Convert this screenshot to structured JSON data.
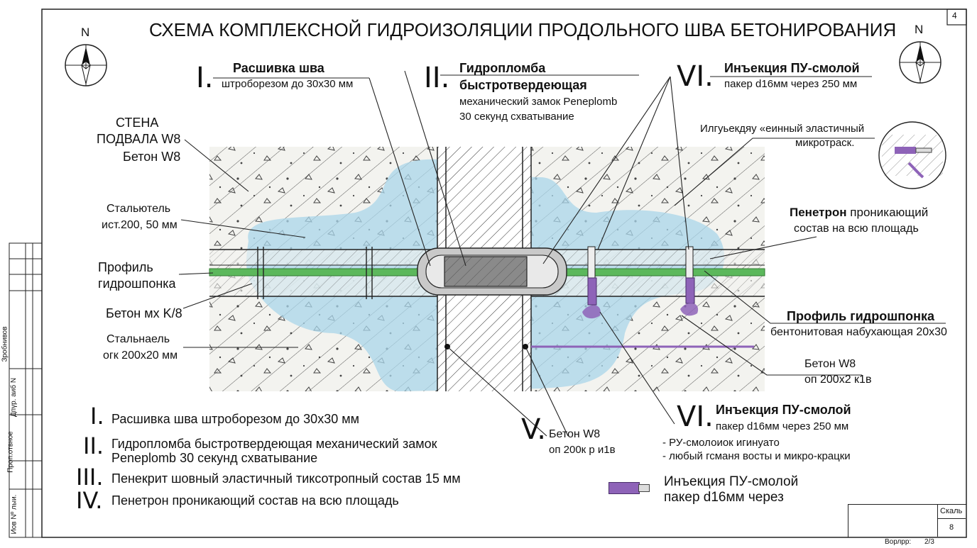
{
  "title": "СХЕМА КОМПЛЕКСНОЙ ГИДРОИЗОЛЯЦИИ ПРОДОЛЬНОГО ШВА БЕТОНИРОВАНИЯ",
  "sheet_number": "4",
  "north_label": "N",
  "callouts": {
    "c1": {
      "roman": "I.",
      "title": "Расшивка шва",
      "sub": "штроборезом до 30х30 мм"
    },
    "c2": {
      "roman": "II.",
      "title1": "Гидропломба",
      "title2": "быстротвердеющая",
      "sub1": "механический замок Peneplomb",
      "sub2": "30 секунд схватывание"
    },
    "c6": {
      "roman": "VI.",
      "title": "Инъекция ПУ-смолой",
      "sub": "пакер d16мм через 250 мм"
    },
    "micro": {
      "line1": "Илгуьекдяу «еинный эластичный",
      "line2": "микротраск."
    },
    "penetron": {
      "title": "Пенетрон",
      "rest": "проникающий",
      "line2": "состав на всю площадь"
    },
    "profile_right": {
      "title": "Профиль гидрошпонка",
      "sub": "бентонитовая набухающая 20х30"
    },
    "beton_right": {
      "line1": "Бетон W8",
      "line2": "оп 200х2 к1в"
    },
    "c6b": {
      "roman": "VI.",
      "title": "Инъекция ПУ-смолой",
      "sub": "пакер d16мм через 250 мм",
      "b1": "- РУ-смолоиок игинуато",
      "b2": "- любый гсманя восты и микро-крацки"
    },
    "c5": {
      "roman": "V.",
      "line1": "Бетон W8",
      "line2": "оп 200к р и1в"
    }
  },
  "left_labels": {
    "wall": {
      "l1": "СТЕНА",
      "l2": "ПОДВАЛА W8",
      "l3": "Бетон W8"
    },
    "steel1": {
      "l1": "Стальютель",
      "l2": "ист.200, 50 мм"
    },
    "profile": {
      "l1": "Профиль",
      "l2": "гидрошпонка"
    },
    "beton_mx": "Бетон мх K/8",
    "steel2": {
      "l1": "Стальнаель",
      "l2": "огк 200х20 мм"
    }
  },
  "legend": [
    {
      "roman": "I.",
      "text": "Расшивка шва штроборезом до 30х30 мм"
    },
    {
      "roman": "II.",
      "text": "Гидропломба быстротвердеющая механический замок",
      "text2": "Peneplomb 30 секунд схватывание"
    },
    {
      "roman": "III.",
      "text": "Пенекрит шовный эластичный тиксотропный состав 15 мм"
    },
    {
      "roman": "IV.",
      "text": "Пенетрон проникающий состав на всю площадь"
    }
  ],
  "injection_legend": {
    "l1": "Инъекция ПУ-смолой",
    "l2": "пакер d16мм через"
  },
  "title_block": {
    "scale_label": "Скаль",
    "scale_value": "8",
    "footer_label": "Ворлрр:",
    "footer_value": "2/3"
  },
  "side_stamps": [
    "Иов Nº лыи.",
    "Проп.отвное",
    "Дпүр. аиб N",
    "Зробнивов"
  ],
  "colors": {
    "water": "#a9d6ea",
    "concrete": "#f3f3ef",
    "profile_green": "#5cb85c",
    "resin_purple": "#8e63b8",
    "ink": "#222222"
  }
}
